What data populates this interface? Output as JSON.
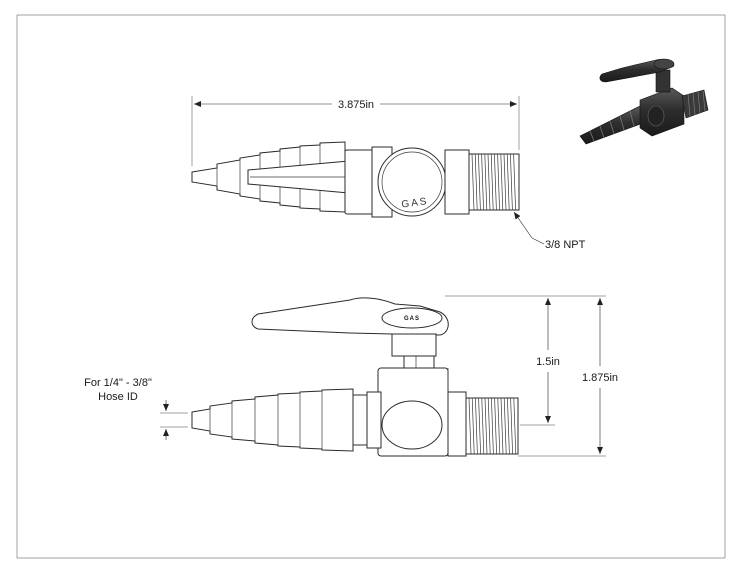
{
  "dimensions": {
    "overall_length": "3.875in",
    "thread": "3/8 NPT",
    "handle_to_center": "1.5in",
    "overall_height": "1.875in",
    "hose_id_line1": "For 1/4\" - 3/8\"",
    "hose_id_line2": "Hose ID"
  },
  "markings": {
    "top_view_label": "GAS",
    "side_view_label": "GAS"
  },
  "icons": [
    "arrowhead",
    "valve-3d-icon"
  ],
  "colors": {
    "line": "#2b2b2b",
    "background": "#ffffff",
    "iso_body": "#3c3c3c"
  }
}
